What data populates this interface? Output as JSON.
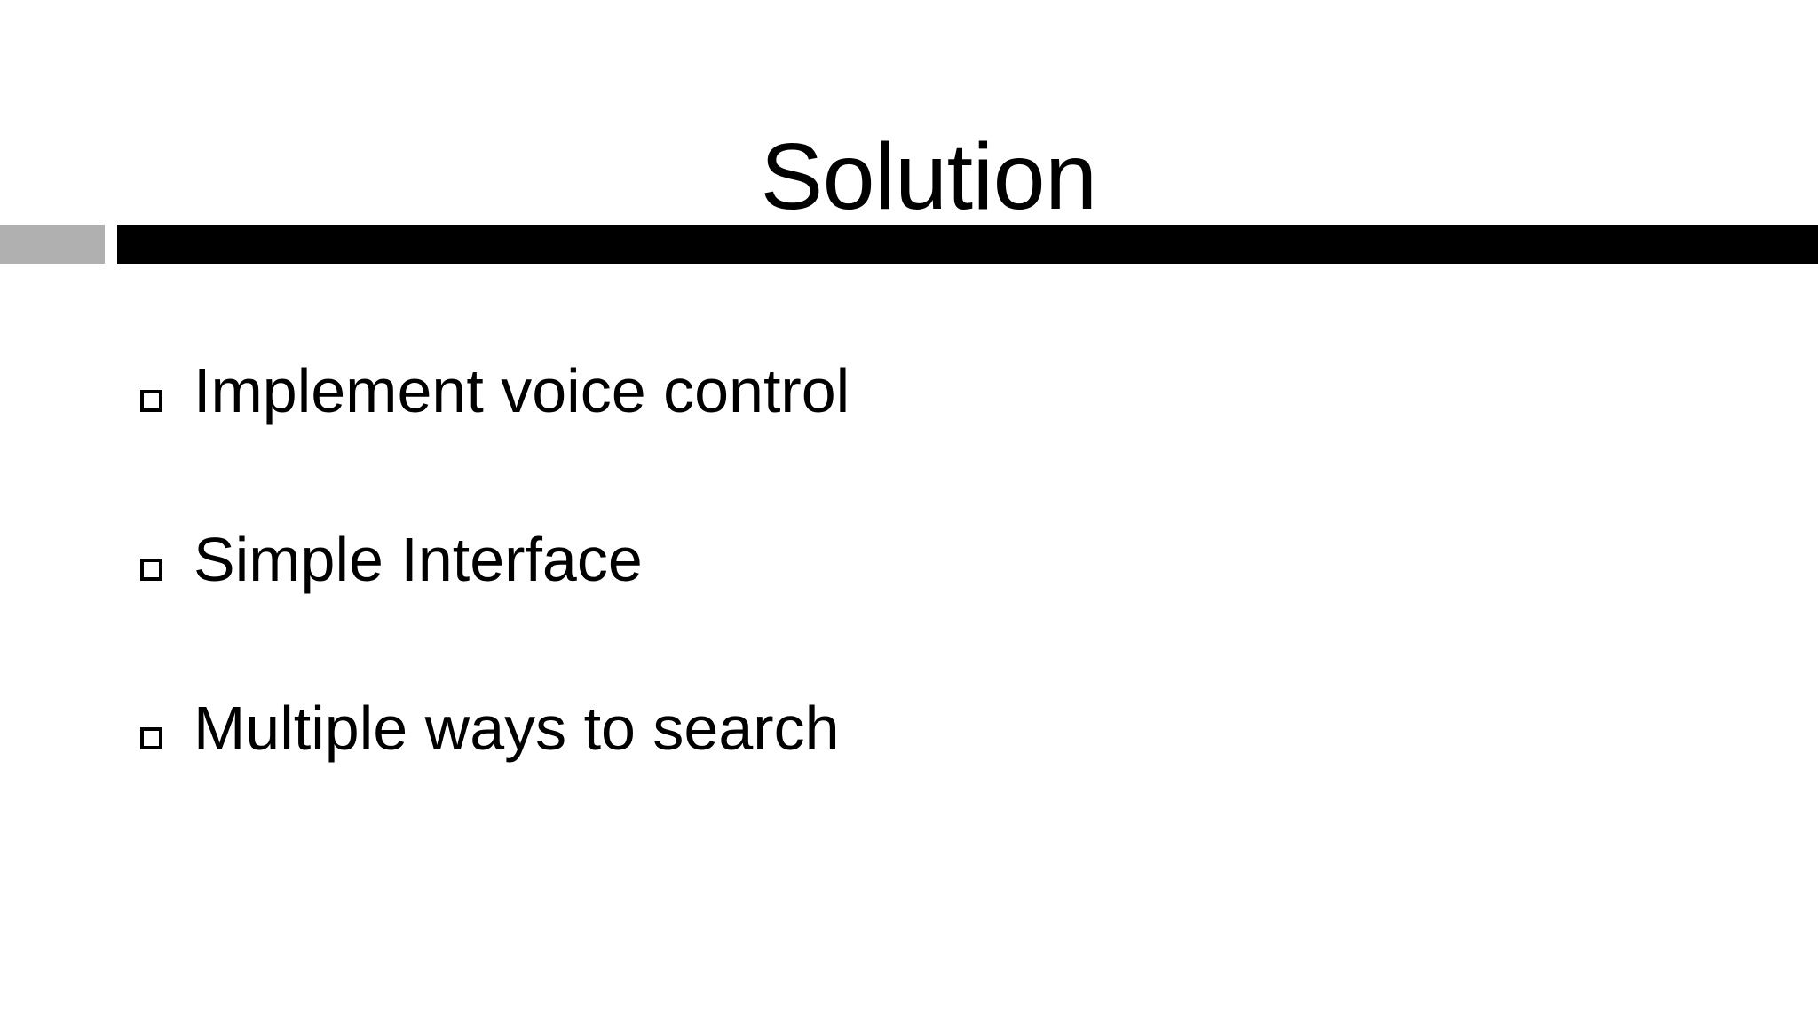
{
  "slide": {
    "title": "Solution",
    "colors": {
      "background": "#ffffff",
      "text": "#000000",
      "rule": "#000000",
      "swatch": "#b0b0b0"
    },
    "divider": {
      "swatch_label": "accent-swatch",
      "rule_label": "title-underline-rule"
    },
    "bullets": [
      {
        "marker": "□",
        "text": "Implement voice control"
      },
      {
        "marker": "□",
        "text": "Simple Interface"
      },
      {
        "marker": "□",
        "text": "Multiple ways to search"
      }
    ]
  }
}
